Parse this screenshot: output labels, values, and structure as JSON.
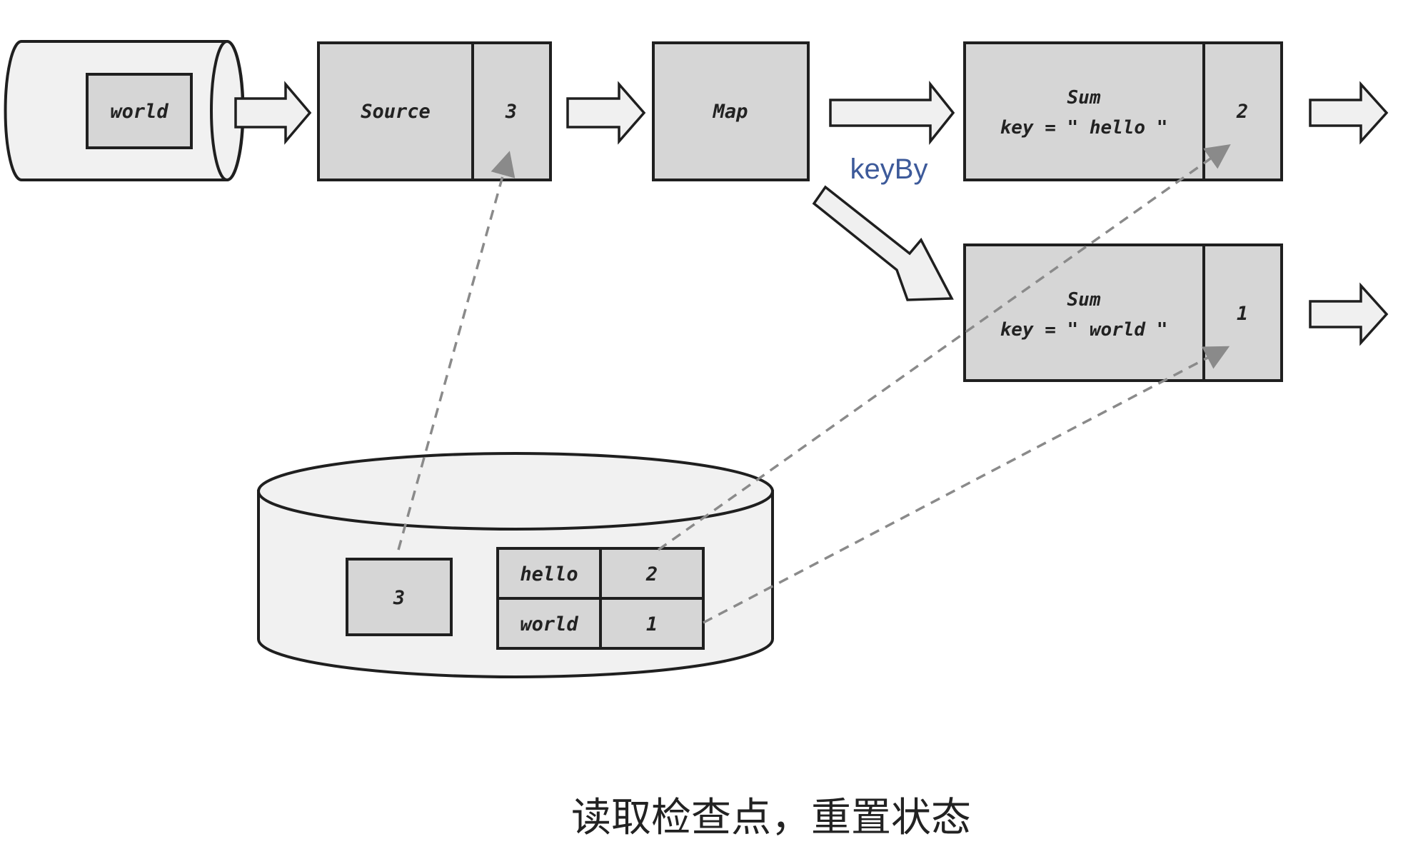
{
  "input_queue": {
    "item": "world"
  },
  "source": {
    "label": "Source",
    "offset": "3"
  },
  "map": {
    "label": "Map"
  },
  "edge_label": "keyBy",
  "sum_hello": {
    "title": "Sum",
    "key": "key = \" hello \"",
    "value": "2"
  },
  "sum_world": {
    "title": "Sum",
    "key": "key = \" world \"",
    "value": "1"
  },
  "checkpoint": {
    "source_offset": "3",
    "rows": [
      {
        "key": "hello",
        "value": "2"
      },
      {
        "key": "world",
        "value": "1"
      }
    ]
  },
  "caption": "读取检查点，重置状态"
}
